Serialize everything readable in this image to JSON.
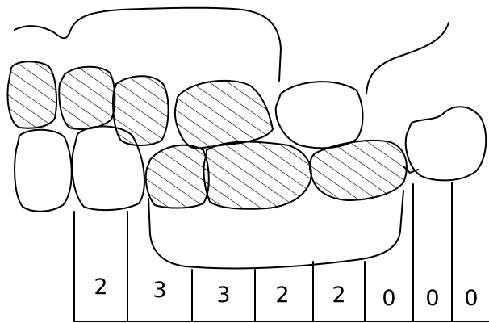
{
  "colors": {
    "ink": "#000000",
    "paper": "#ffffff"
  },
  "teeth": [
    {
      "id": "upper-molar-3",
      "jaw": "upper",
      "hatched": true
    },
    {
      "id": "upper-molar-2",
      "jaw": "upper",
      "hatched": true
    },
    {
      "id": "upper-molar-1",
      "jaw": "upper",
      "hatched": true
    },
    {
      "id": "upper-premolar-2",
      "jaw": "upper",
      "hatched": true
    },
    {
      "id": "upper-premolar-1",
      "jaw": "upper",
      "hatched": false
    },
    {
      "id": "upper-canine",
      "jaw": "upper",
      "hatched": false
    },
    {
      "id": "lower-molar-3",
      "jaw": "lower",
      "hatched": false
    },
    {
      "id": "lower-molar-2",
      "jaw": "lower",
      "hatched": false
    },
    {
      "id": "lower-molar-1",
      "jaw": "lower",
      "hatched": true
    },
    {
      "id": "lower-premolar-2",
      "jaw": "lower",
      "hatched": true
    },
    {
      "id": "lower-premolar-1",
      "jaw": "lower",
      "hatched": true
    }
  ],
  "scores": [
    "2",
    "3",
    "3",
    "2",
    "2",
    "0",
    "0",
    "0"
  ]
}
